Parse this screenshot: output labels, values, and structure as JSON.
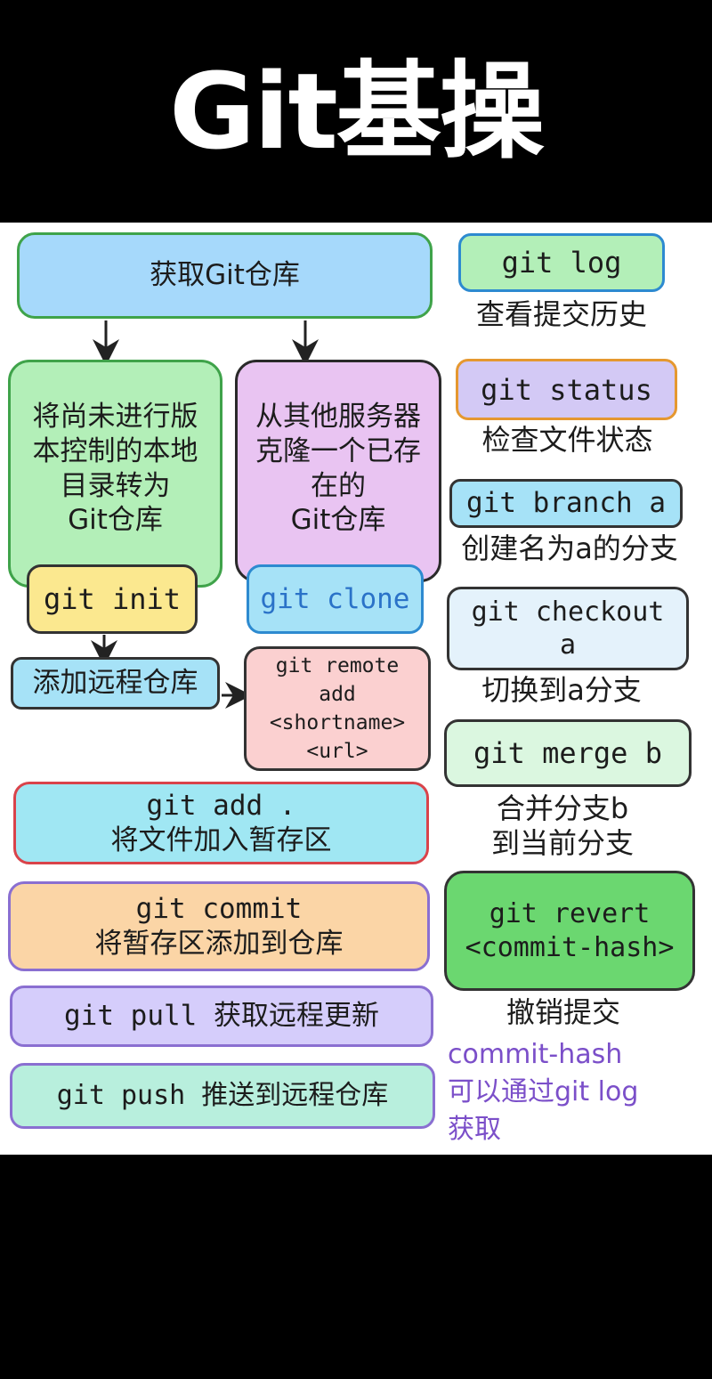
{
  "title": "Git基操",
  "colors": {
    "background": "#ffffff",
    "title_bar": "#000000",
    "note_text": "#7b4fc9"
  },
  "diagram": {
    "get_repo": "获取Git仓库",
    "init_desc": "将尚未进行版\n本控制的本地\n目录转为\nGit仓库",
    "clone_desc": "从其他服务器\n克隆一个已存\n在的\nGit仓库",
    "git_init": "git init",
    "git_clone": "git clone",
    "add_remote": "添加远程仓库",
    "git_remote_add": "git remote\nadd\n<shortname>\n<url>",
    "git_add": "git add .\n将文件加入暂存区",
    "git_commit": "git commit\n将暂存区添加到仓库",
    "git_pull": "git pull 获取远程更新",
    "git_push": "git push 推送到远程仓库"
  },
  "commands": {
    "log": {
      "cmd": "git log",
      "desc": "查看提交历史"
    },
    "status": {
      "cmd": "git status",
      "desc": "检查文件状态"
    },
    "branch": {
      "cmd": "git branch a",
      "desc": "创建名为a的分支"
    },
    "checkout": {
      "cmd": "git checkout\na",
      "desc": "切换到a分支"
    },
    "merge": {
      "cmd": "git merge b",
      "desc": "合并分支b\n到当前分支"
    },
    "revert": {
      "cmd": "git revert\n<commit-hash>",
      "desc": "撤销提交"
    },
    "revert_note": "commit-hash\n可以通过git log\n获取"
  }
}
